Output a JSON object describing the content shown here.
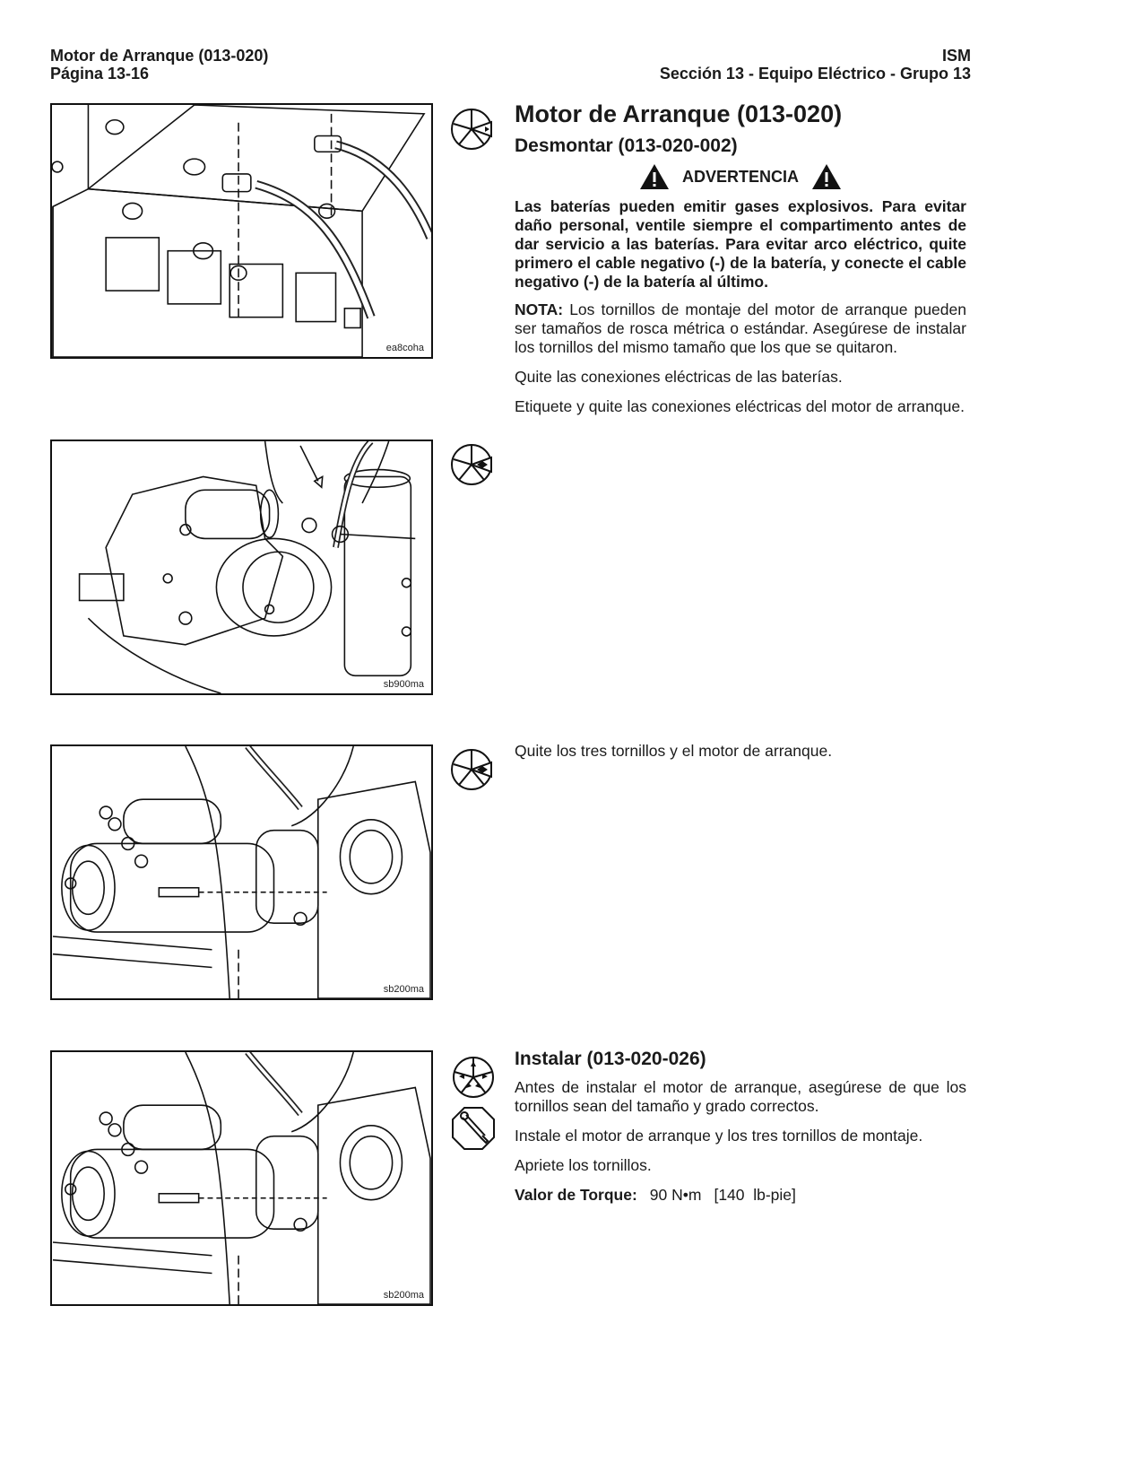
{
  "header": {
    "left_line1": "Motor de Arranque (013-020)",
    "left_line2": "Página 13-16",
    "right_line1": "ISM",
    "right_line2": "Sección 13 - Equipo Eléctrico - Grupo 13"
  },
  "figures": [
    {
      "code": "ea8coha",
      "subject": "battery-terminals"
    },
    {
      "code": "sb900ma",
      "subject": "starter-electrical-connections"
    },
    {
      "code": "sb200ma",
      "subject": "starter-removal"
    },
    {
      "code": "sb200ma",
      "subject": "starter-installation"
    }
  ],
  "icons": [
    "remove-step-icon",
    "disconnect-step-icon",
    "remove-bolts-icon",
    "inspect-icon",
    "torque-wrench-icon"
  ],
  "main": {
    "title": "Motor de Arranque (013-020)",
    "remove_heading": "Desmontar (013-020-002)",
    "warning_label": "ADVERTENCIA",
    "warning_text": "Las baterías pueden emitir gases explosivos. Para evitar daño personal, ventile siempre el compartimento antes de dar servicio a las baterías. Para evitar arco eléctrico, quite primero el cable negativo (-) de la batería, y conecte el cable negativo (-) de la batería al último.",
    "note_label": "NOTA:",
    "note_text": "Los tornillos de montaje del motor de arranque pueden ser tamaños de rosca métrica o estándar. Asegúrese de instalar los tornillos del mismo tamaño que los que se quitaron.",
    "step_batteries": "Quite las conexiones eléctricas de las baterías.",
    "step_label_connections": "Etiquete y quite las conexiones eléctricas del motor de arranque.",
    "step_remove_bolts": "Quite los tres tornillos y el motor de arranque.",
    "install_heading": "Instalar (013-020-026)",
    "install_step1": "Antes de instalar el motor de arranque, asegúrese de que los tornillos sean del tamaño y grado correctos.",
    "install_step2": "Instale el motor de arranque y los tres tornillos de montaje.",
    "install_step3": "Apriete los tornillos.",
    "torque_label": "Valor de Torque:",
    "torque_metric": "90 N•m",
    "torque_imperial": "[140  lb-pie]"
  }
}
